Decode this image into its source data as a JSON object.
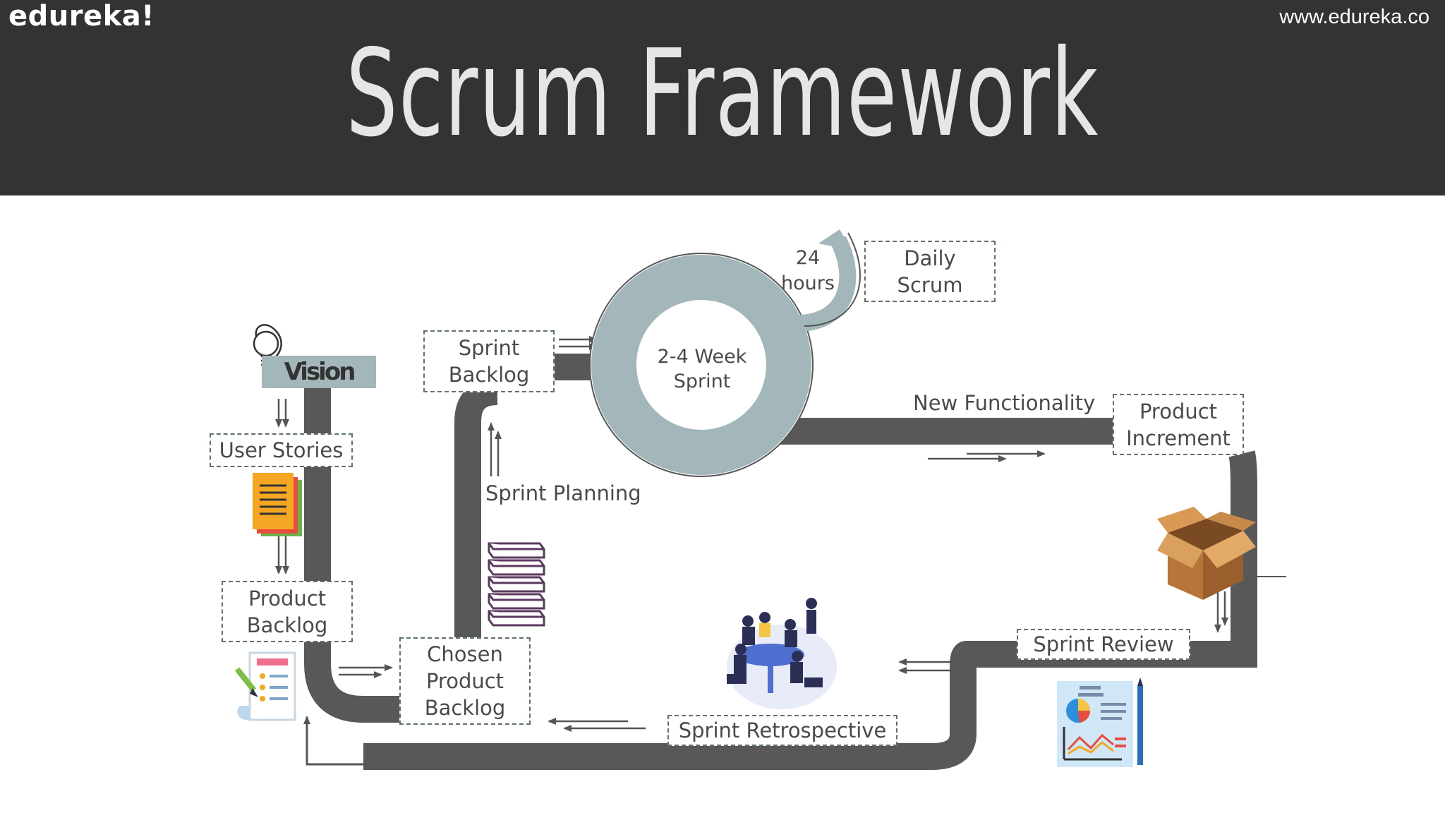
{
  "header": {
    "logo": "edureka!",
    "website": "www.edureka.co",
    "title": "Scrum Framework"
  },
  "diagram": {
    "vision": "Vision",
    "user_stories": "User Stories",
    "product_backlog": "Product\nBacklog",
    "chosen_product_backlog": "Chosen\nProduct\nBacklog",
    "sprint_backlog": "Sprint\nBacklog",
    "sprint_planning": "Sprint Planning",
    "sprint_cycle": "2-4 Week\nSprint",
    "hours": "24\nhours",
    "daily_scrum": "Daily\nScrum",
    "new_functionality": "New Functionality",
    "product_increment": "Product\nIncrement",
    "sprint_review": "Sprint Review",
    "sprint_retrospective": "Sprint Retrospective"
  },
  "icons": [
    "lightbulb-icon",
    "documents-icon",
    "checklist-icon",
    "stacked-items-icon",
    "team-meeting-icon",
    "cardboard-box-icon",
    "report-chart-icon"
  ],
  "colors": {
    "header_bg": "#333333",
    "track": "#555555",
    "accent_teal": "#a3b7bb",
    "box_border": "#5e7072"
  }
}
